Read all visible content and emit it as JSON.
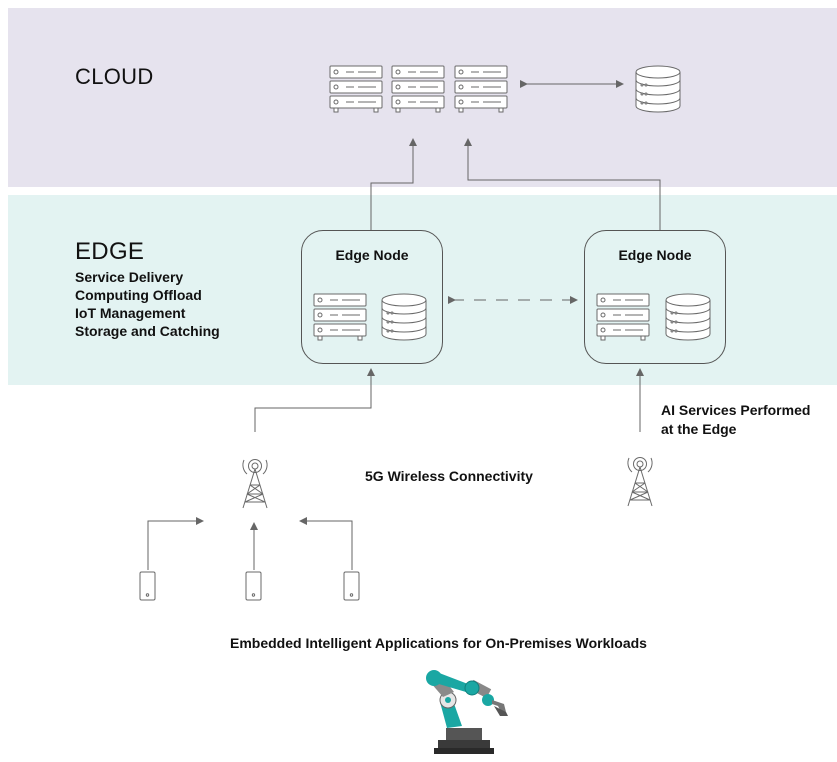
{
  "cloud": {
    "title": "CLOUD"
  },
  "edge": {
    "title": "EDGE",
    "functions": [
      "Service Delivery",
      "Computing Offload",
      "IoT Management",
      "Storage and Catching"
    ],
    "nodes": [
      {
        "label": "Edge Node"
      },
      {
        "label": "Edge Node"
      }
    ]
  },
  "labels": {
    "wireless": "5G Wireless Connectivity",
    "ai_services_line1": "AI Services Performed",
    "ai_services_line2": "at the Edge",
    "embedded": "Embedded Intelligent Applications for On-Premises Workloads"
  },
  "icons": [
    "server-rack-icon",
    "database-icon",
    "cell-tower-icon",
    "mobile-device-icon",
    "robot-arm-icon"
  ],
  "colors": {
    "cloud_band": "#e6e3ee",
    "edge_band": "#e3f3f2",
    "robot_teal": "#1aa7a3",
    "line": "#666666"
  }
}
